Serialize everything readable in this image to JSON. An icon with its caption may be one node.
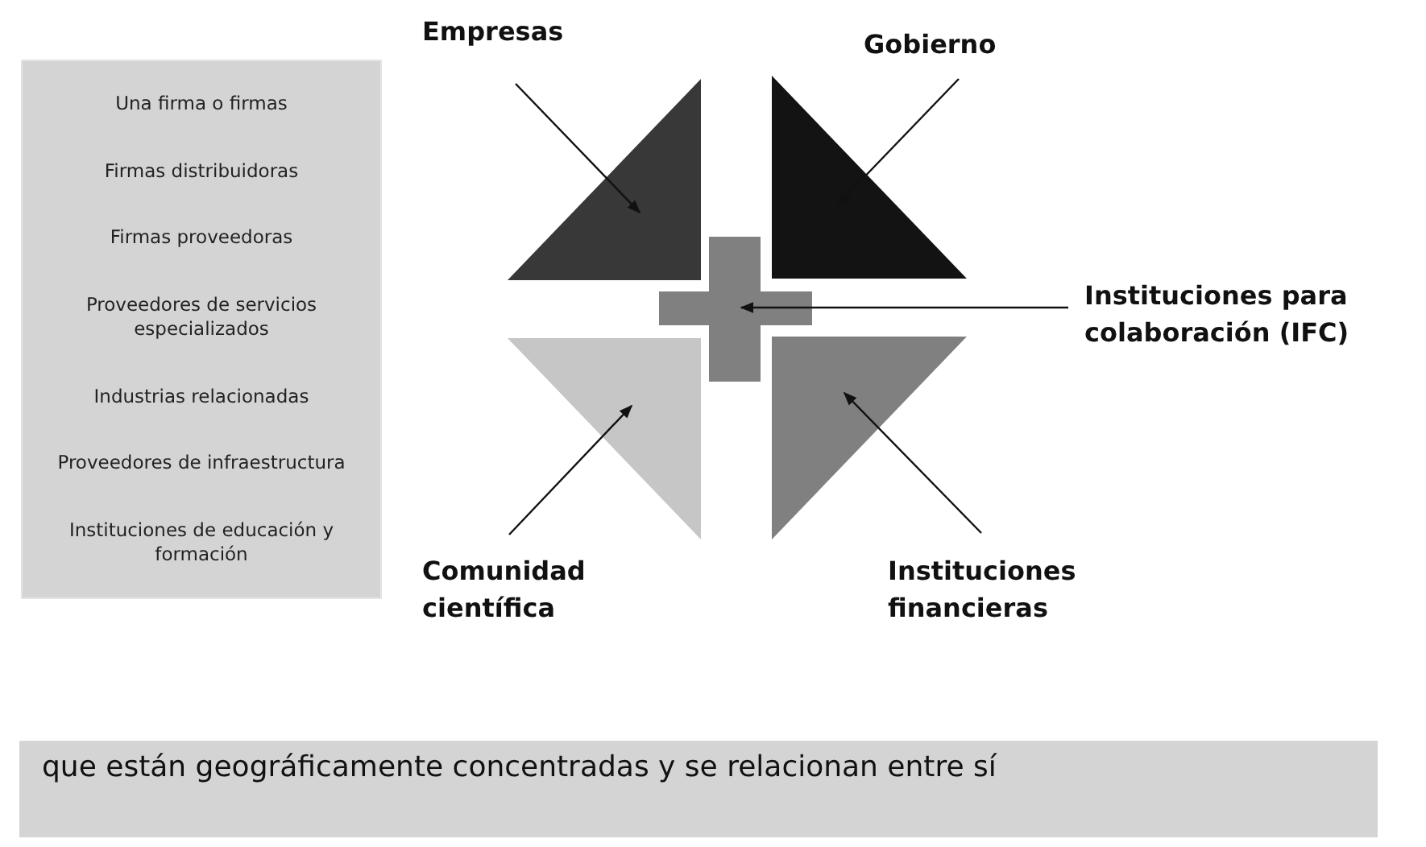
{
  "diagram": {
    "nodes": [
      {
        "text": [
          "Una firma o firmas",
          "Firmas distribuidoras",
          "Firmas proveedoras",
          "Proveedores de servicios especializados",
          "Industrias relacionadas",
          "Proveedores de infraestructura",
          "Instituciones de educación y formación"
        ]
      },
      {
        "text": [
          "Empresas"
        ]
      },
      {
        "text": [
          "Gobierno"
        ]
      },
      {
        "text": [],
        "shape": "triangle"
      },
      {
        "text": [],
        "shape": "triangle"
      },
      {
        "text": [],
        "shape": "cross"
      },
      {
        "text": [
          "Instituciones para colaboración (IFC)"
        ]
      },
      {
        "text": [],
        "shape": "triangle"
      },
      {
        "text": [],
        "shape": "triangle"
      },
      {
        "text": [
          "Comunidad científica"
        ]
      },
      {
        "text": [
          "Instituciones financieras"
        ]
      },
      {
        "text": [
          "que están geográficamente concentradas y se relacionan entre sí"
        ]
      }
    ],
    "edges": [
      {
        "from": 1,
        "to": 3,
        "arrow": "to"
      },
      {
        "from": 2,
        "to": 4,
        "arrow": "to"
      },
      {
        "from": 6,
        "to": 5,
        "arrow": "to"
      },
      {
        "from": 9,
        "to": 7,
        "arrow": "to"
      },
      {
        "from": 10,
        "to": 8,
        "arrow": "to"
      }
    ]
  }
}
